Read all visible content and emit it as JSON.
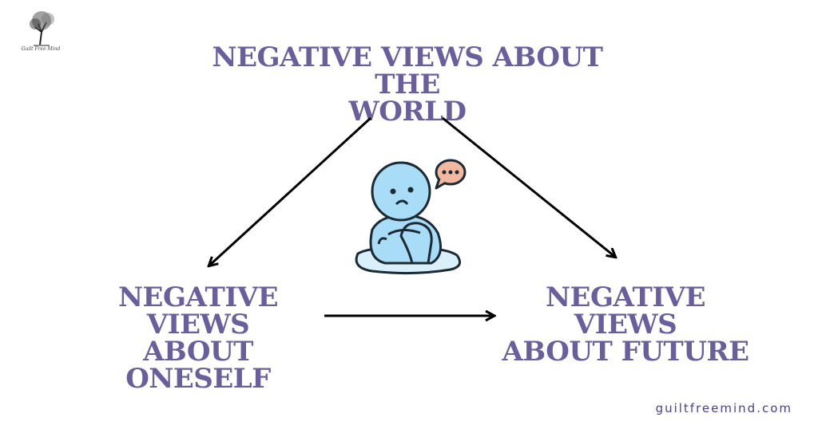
{
  "logo": {
    "caption": "Guilt Free Mind"
  },
  "nodes": {
    "world": {
      "line1": "Negative views about the",
      "line2": "world"
    },
    "oneself": {
      "line1": "Negative views",
      "line2": "about oneself"
    },
    "future": {
      "line1": "Negative views",
      "line2": "about future"
    }
  },
  "edges": [
    {
      "from": "world",
      "to": "oneself"
    },
    {
      "from": "world",
      "to": "future"
    },
    {
      "from": "oneself",
      "to": "future"
    }
  ],
  "illustration": {
    "description": "sad blue figure hugging knees with speech bubble"
  },
  "footer": {
    "website": "guiltfreemind.com"
  },
  "colors": {
    "text": "#6a5f9c",
    "figure": "#a9dcf7",
    "bubble": "#f2b9a0",
    "footer": "#4a4096"
  }
}
